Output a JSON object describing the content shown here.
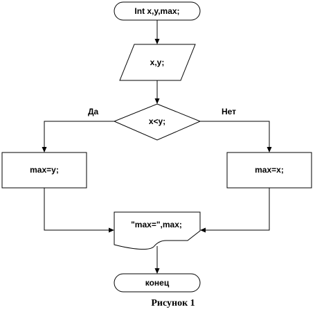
{
  "flowchart": {
    "start_label": "Int x,y,max;",
    "input_label": "x,y;",
    "condition_label": "x<y;",
    "yes_label": "Да",
    "no_label": "Нет",
    "assign_yes_label": "max=y;",
    "assign_no_label": "max=x;",
    "output_label": "\"max=\",max;",
    "end_label": "конец"
  },
  "caption": "Рисунок 1"
}
